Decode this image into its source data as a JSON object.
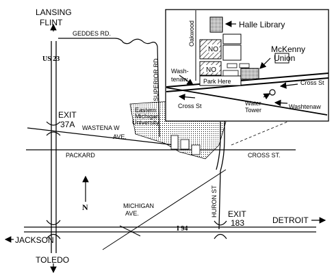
{
  "labels": {
    "lansing": "LANSING",
    "flint": "FLINT",
    "us23": "US 23",
    "geddes": "GEDDES RD.",
    "superior": "SUPERIOR RD",
    "oakwood": "Oakwood",
    "washtenaw_inset_1": "Wash-",
    "washtenaw_inset_2": "tenaw",
    "halle": "Halle Library",
    "mckenny_1": "McKenny",
    "mckenny_2": "Union",
    "no1": "NO",
    "no2": "NO",
    "park_here": "Park Here",
    "cross_st_inset_right": "Cross St",
    "cross_st_inset_left": "Cross St",
    "water_tower_1": "Water",
    "water_tower_2": "Tower",
    "washtenaw_inset_right": "Washtenaw",
    "emu_1": "Eastern",
    "emu_2": "Michigan",
    "emu_3": "University",
    "exit37a_1": "EXIT",
    "exit37a_2": "37A",
    "washtenaw_main_1": "WASTENA W",
    "washtenaw_main_2": "AVE.",
    "packard": "PACKARD",
    "cross_st_main": "CROSS ST.",
    "huron": "HURON ST",
    "north": "N",
    "michigan_1": "MICHIGAN",
    "michigan_2": "AVE.",
    "exit183_1": "EXIT",
    "exit183_2": "183",
    "detroit": "DETROIT",
    "i94": "I 94",
    "jackson": "JACKSON",
    "toledo": "TOLEDO"
  }
}
